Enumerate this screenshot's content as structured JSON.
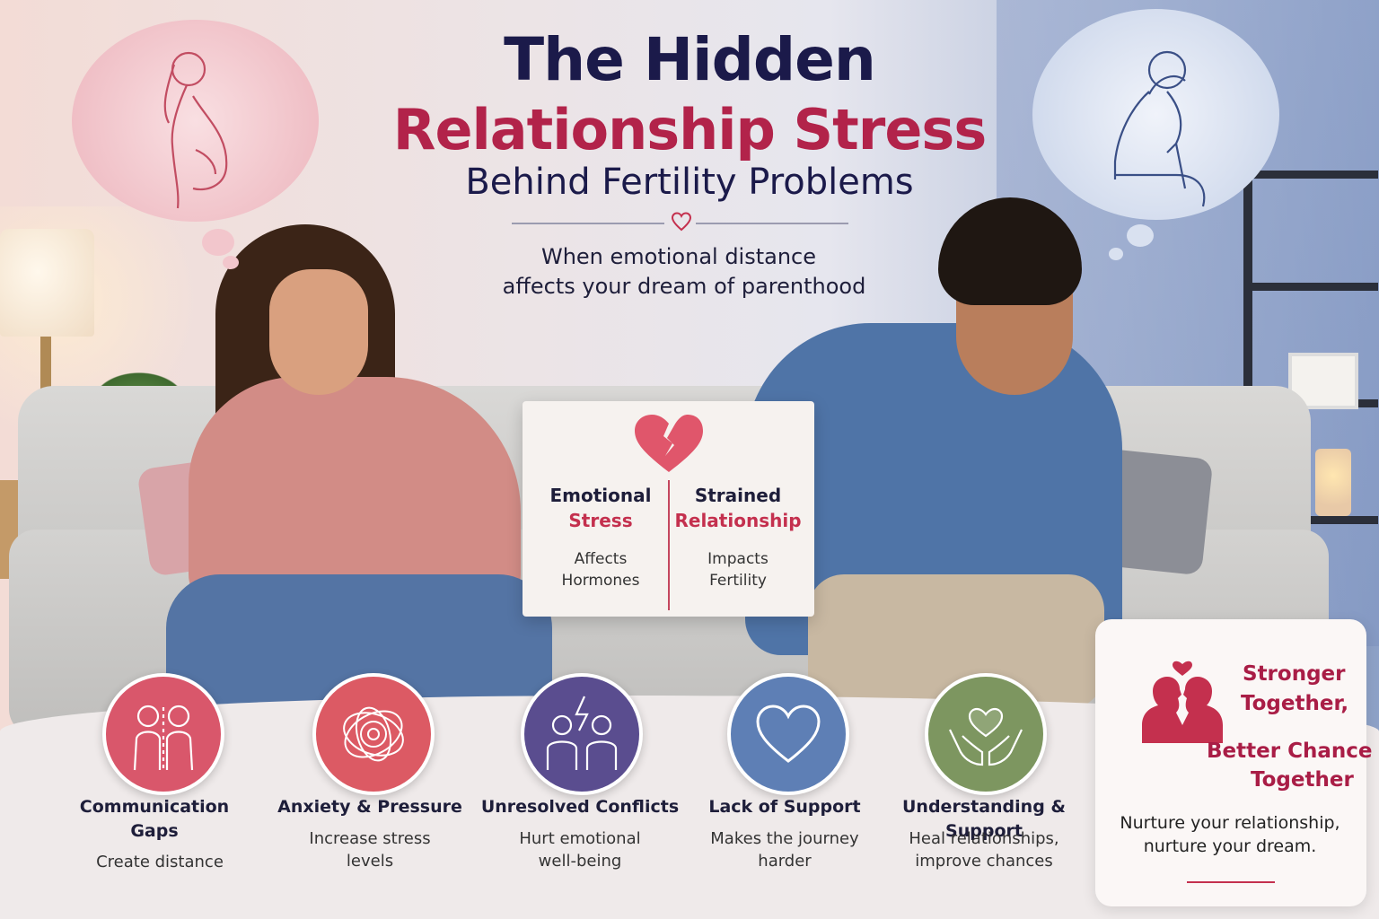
{
  "title": {
    "line1": "The Hidden",
    "line2": "Relationship Stress",
    "line3": "Behind Fertility Problems"
  },
  "subtitle": {
    "line1": "When emotional distance",
    "line2": "affects your dream of parenthood"
  },
  "center_card": {
    "left": {
      "heading": "Emotional",
      "accent": "Stress",
      "body_line1": "Affects",
      "body_line2": "Hormones"
    },
    "right": {
      "heading": "Strained",
      "accent": "Relationship",
      "body_line1": "Impacts",
      "body_line2": "Fertility"
    }
  },
  "features": [
    {
      "title_line1": "Communication",
      "title_line2": "Gaps",
      "desc_line1": "Create distance",
      "desc_line2": "",
      "color": "#d9576b",
      "icon": "two-people-apart-icon"
    },
    {
      "title_line1": "Anxiety & Pressure",
      "title_line2": "",
      "desc_line1": "Increase stress",
      "desc_line2": "levels",
      "color": "#dc5a64",
      "icon": "tangled-lines-icon"
    },
    {
      "title_line1": "Unresolved Conflicts",
      "title_line2": "",
      "desc_line1": "Hurt emotional",
      "desc_line2": "well-being",
      "color": "#5a4d8f",
      "icon": "conflict-people-icon"
    },
    {
      "title_line1": "Lack of Support",
      "title_line2": "",
      "desc_line1": "Makes the journey",
      "desc_line2": "harder",
      "color": "#5e7fb5",
      "icon": "heart-outline-icon"
    },
    {
      "title_line1": "Understanding & Support",
      "title_line2": "",
      "desc_line1": "Heal relationships,",
      "desc_line2": "improve chances",
      "color": "#7d9660",
      "icon": "hands-heart-icon"
    }
  ],
  "closing_card": {
    "title_line1": "Stronger",
    "title_line2": "Together,",
    "title_line3": "Better Chance",
    "title_line4": "Together",
    "sub_line1": "Nurture your relationship,",
    "sub_line2": "nurture your dream."
  },
  "colors": {
    "navy": "#1b1a4a",
    "crimson": "#b2234a",
    "accent_red": "#c4304e"
  }
}
